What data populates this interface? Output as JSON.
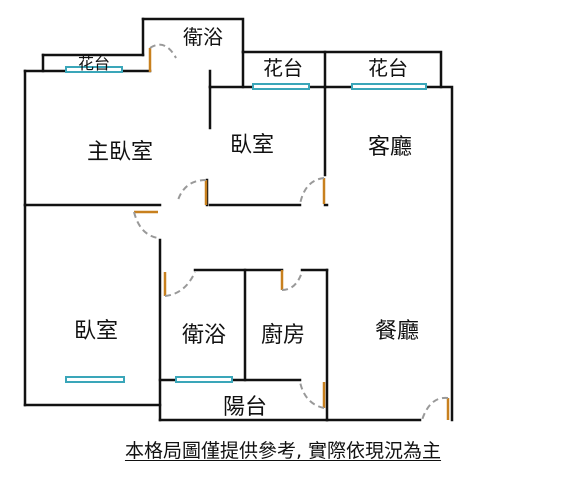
{
  "rooms": {
    "bathroom_top": "衛浴",
    "planter_small": "花台",
    "planter_mid": "花台",
    "planter_right": "花台",
    "master_bedroom": "主臥室",
    "bedroom_top": "臥室",
    "living_room": "客廳",
    "bedroom_bottom": "臥室",
    "bathroom_bottom": "衛浴",
    "kitchen": "廚房",
    "dining_room": "餐廳",
    "balcony": "陽台"
  },
  "caption": "本格局圖僅提供參考, 實際依現況為主",
  "colors": {
    "wall": "#111111",
    "window": "#3aa6b9",
    "door": "#c8801e",
    "door_swing": "#999999"
  }
}
